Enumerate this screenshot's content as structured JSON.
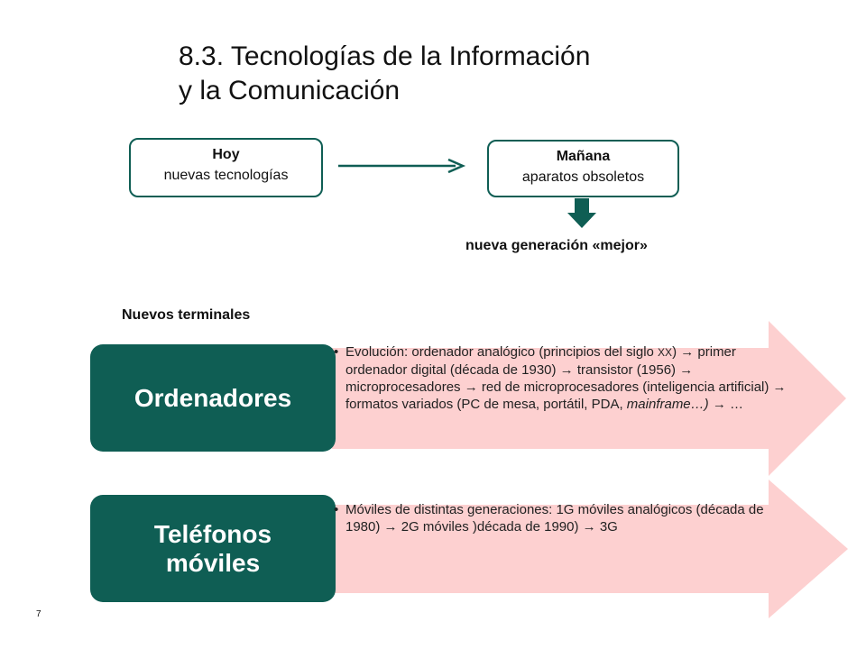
{
  "slide": {
    "title_line1": "8.3. Tecnologías de la Información",
    "title_line2": "y la Comunicación",
    "page_number": "7"
  },
  "flow": {
    "today": {
      "head": "Hoy",
      "text": "nuevas tecnologías"
    },
    "tomorrow": {
      "head": "Mañana",
      "text": "aparatos obsoletos"
    },
    "result": "nueva generación «mejor»"
  },
  "terminals": {
    "label": "Nuevos terminales",
    "items": [
      {
        "name": "Ordenadores",
        "desc_a": "Evolución: ordenador analógico (principios del siglo ",
        "desc_century": "XX",
        "desc_b": ") → primer ordenador digital (década de 1930) → transistor (1956) → microprocesadores → red de microprocesadores (inteligencia artificial) → formatos variados (PC de mesa, portátil, PDA, ",
        "desc_italic": "mainframe…)",
        "desc_c": " → …"
      },
      {
        "name_line1": "Teléfonos",
        "name_line2": "móviles",
        "desc": "Móviles de distintas generaciones:  1G móviles analógicos (década de 1980) → 2G móviles )década de 1990) → 3G"
      }
    ]
  },
  "colors": {
    "teal": "#0f5e54",
    "pink": "#fdd0d0"
  }
}
